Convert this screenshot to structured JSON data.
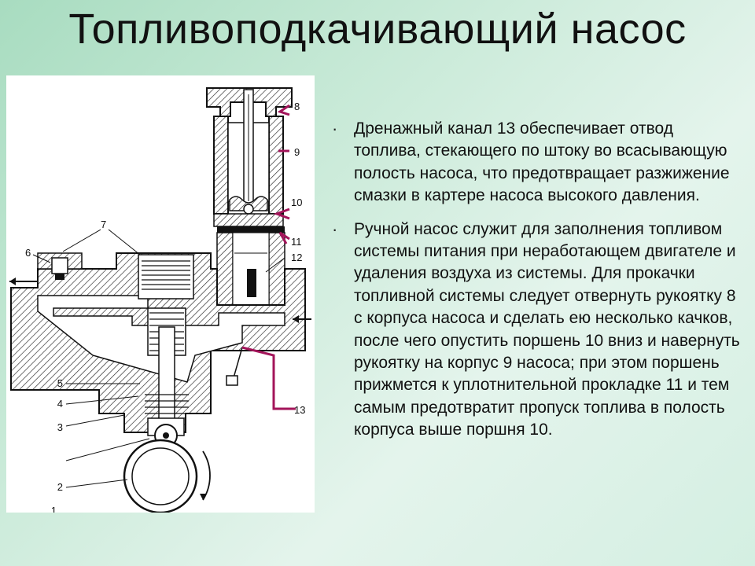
{
  "title": "Топливоподкачивающий насос",
  "bullets": [
    {
      "marker": "·",
      "text": "Дренажный канал 13 обеспечивает отвод топлива, стекающего по штоку во всасывающую полость насоса, что предотвращает разжижение смазки в картере насоса высокого давления."
    },
    {
      "marker": "·",
      "text": "Ручной насос служит для заполнения топливом системы питания при неработающем двигателе и удаления воздуха из системы. Для прокачки топливной системы следует отвернуть рукоятку 8 с корпуса насоса и сделать ею несколько качков, после чего опустить поршень 10 вниз и навернуть рукоятку на корпус 9 насоса; при этом поршень прижмется к уплотнительной прокладке 11 и тем самым предотвратит пропуск топлива в полость корпуса выше поршня 10."
    }
  ],
  "diagram": {
    "labels": [
      "1",
      "2",
      "3",
      "4",
      "5",
      "6",
      "7",
      "8",
      "9",
      "10",
      "11",
      "12",
      "13"
    ],
    "accent_color": "#a3145a"
  }
}
